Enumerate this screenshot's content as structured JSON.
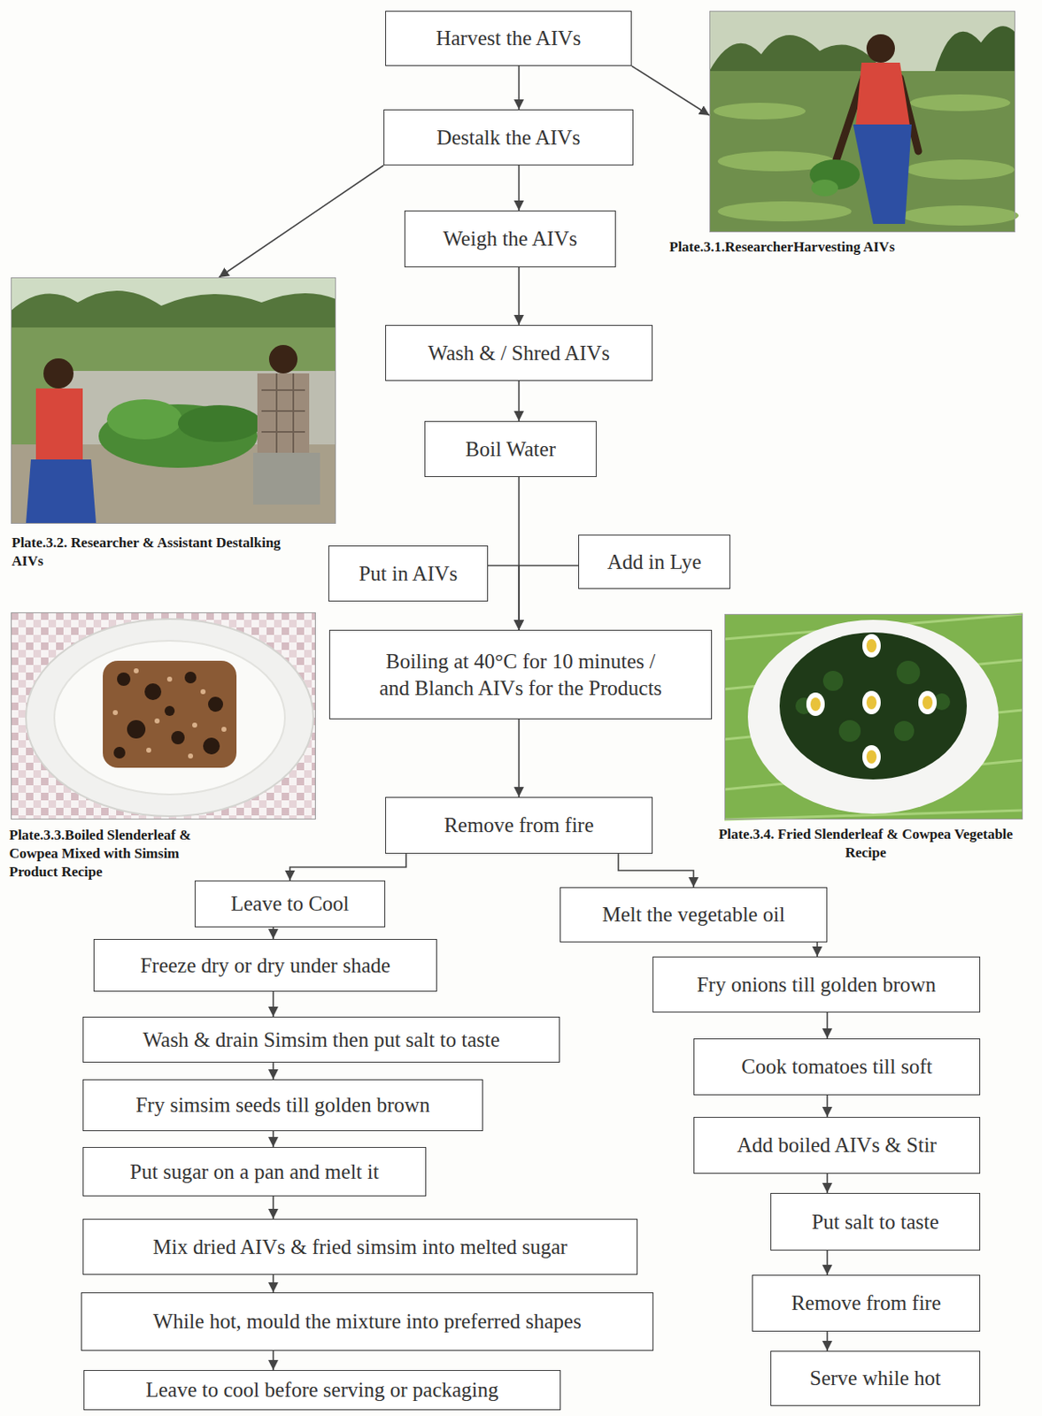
{
  "diagram": {
    "nodes": [
      {
        "text": [
          "Harvest the AIVs"
        ]
      },
      {
        "text": [
          "Plate.3.1.ResearcherHarvesting AIVs"
        ]
      },
      {
        "text": [
          "Destalk the AIVs"
        ]
      },
      {
        "text": [
          "Plate.3.2. Researcher & Assistant Destalking AIVs"
        ]
      },
      {
        "text": [
          "Weigh the AIVs"
        ]
      },
      {
        "text": [
          "Wash & / Shred AIVs"
        ]
      },
      {
        "text": [
          "Boil Water"
        ]
      },
      {
        "text": [
          "Put in AIVs"
        ]
      },
      {
        "text": [
          "Add in Lye"
        ]
      },
      {
        "text": [
          "Plate.3.3.Boiled Slenderleaf & Cowpea Mixed with Simsim Product Recipe"
        ]
      },
      {
        "text": [
          "Boiling at 40°C for 10 minutes / and Blanch AIVs for the Products"
        ]
      },
      {
        "text": [
          "Plate.3.4. Fried Slenderleaf & Cowpea Vegetable Recipe"
        ]
      },
      {
        "text": [
          "Remove from fire"
        ]
      },
      {
        "text": [
          "Leave to Cool"
        ]
      },
      {
        "text": [
          "Melt the vegetable oil"
        ]
      },
      {
        "text": [
          "Freeze dry or dry under shade"
        ]
      },
      {
        "text": [
          "Fry onions till golden brown"
        ]
      },
      {
        "text": [
          "Wash & drain Simsim then put salt to taste"
        ]
      },
      {
        "text": [
          "Cook tomatoes till soft"
        ]
      },
      {
        "text": [
          "Fry simsim seeds till golden brown"
        ]
      },
      {
        "text": [
          "Add boiled AIVs & Stir"
        ]
      },
      {
        "text": [
          "Put sugar on a pan and melt it"
        ]
      },
      {
        "text": [
          "Put salt to taste"
        ]
      },
      {
        "text": [
          "Mix dried AIVs & fried simsim into melted sugar"
        ]
      },
      {
        "text": [
          "Remove from fire"
        ]
      },
      {
        "text": [
          "While hot, mould the mixture into preferred shapes"
        ]
      },
      {
        "text": [
          "Serve while hot"
        ]
      },
      {
        "text": [
          "Leave to cool before serving or packaging"
        ]
      }
    ],
    "edges": [
      {
        "from": 0,
        "to": 2,
        "arrow": "to"
      },
      {
        "from": 0,
        "to": 1,
        "arrow": "to"
      },
      {
        "from": 2,
        "to": 4,
        "arrow": "to"
      },
      {
        "from": 2,
        "to": 3,
        "arrow": "to"
      },
      {
        "from": 4,
        "to": 5,
        "arrow": "to"
      },
      {
        "from": 5,
        "to": 6,
        "arrow": "to"
      },
      {
        "from": 6,
        "to": 10,
        "arrow": "to"
      },
      {
        "from": 7,
        "to": 10,
        "arrow": "to"
      },
      {
        "from": 8,
        "to": 10,
        "arrow": "to"
      },
      {
        "from": 10,
        "to": 12,
        "arrow": "to"
      },
      {
        "from": 12,
        "to": 13,
        "arrow": "to"
      },
      {
        "from": 12,
        "to": 14,
        "arrow": "to"
      },
      {
        "from": 13,
        "to": 15,
        "arrow": "to"
      },
      {
        "from": 15,
        "to": 17,
        "arrow": "to"
      },
      {
        "from": 17,
        "to": 19,
        "arrow": "to"
      },
      {
        "from": 19,
        "to": 21,
        "arrow": "to"
      },
      {
        "from": 21,
        "to": 23,
        "arrow": "to"
      },
      {
        "from": 23,
        "to": 25,
        "arrow": "to"
      },
      {
        "from": 25,
        "to": 27,
        "arrow": "to"
      },
      {
        "from": 14,
        "to": 16,
        "arrow": "to"
      },
      {
        "from": 16,
        "to": 18,
        "arrow": "to"
      },
      {
        "from": 18,
        "to": 20,
        "arrow": "to"
      },
      {
        "from": 20,
        "to": 22,
        "arrow": "to"
      },
      {
        "from": 22,
        "to": 24,
        "arrow": "to"
      },
      {
        "from": 24,
        "to": 26,
        "arrow": "to"
      }
    ]
  }
}
